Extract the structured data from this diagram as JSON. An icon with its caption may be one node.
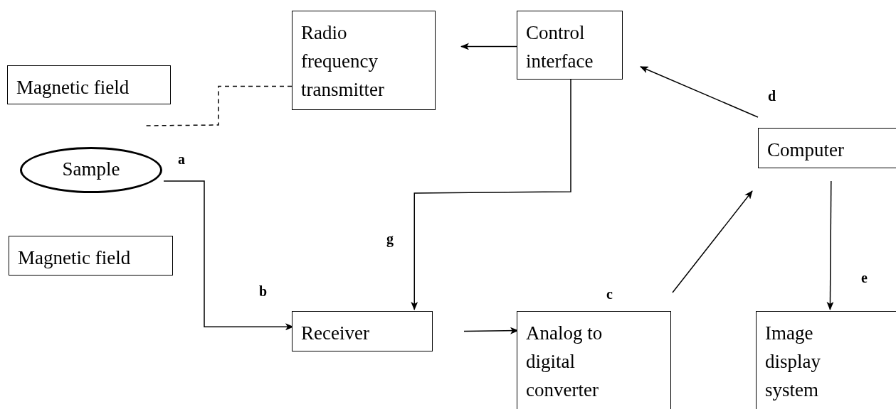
{
  "diagram": {
    "nodes": [
      {
        "text": [
          "Magnetic field"
        ]
      },
      {
        "text": [
          "Radio frequency transmitter"
        ]
      },
      {
        "text": [
          "Control interface"
        ]
      },
      {
        "text": [
          "Sample"
        ]
      },
      {
        "text": [
          "Magnetic field"
        ]
      },
      {
        "text": [
          "Computer"
        ]
      },
      {
        "text": [
          "Receiver"
        ]
      },
      {
        "text": [
          "Analog to digital converter"
        ]
      },
      {
        "text": [
          "Image display system"
        ]
      }
    ],
    "edges": [
      {
        "from": 1,
        "to": null,
        "arrow": "none",
        "style": "dashed"
      },
      {
        "from": 2,
        "to": 1,
        "arrow": "to"
      },
      {
        "from": 5,
        "to": 2,
        "arrow": "to"
      },
      {
        "from": 2,
        "to": 6,
        "arrow": "to"
      },
      {
        "from": 3,
        "to": 6,
        "arrow": "to"
      },
      {
        "from": 6,
        "to": 7,
        "arrow": "to"
      },
      {
        "from": 7,
        "to": 5,
        "arrow": "to"
      },
      {
        "from": 5,
        "to": 8,
        "arrow": "to"
      }
    ],
    "labels": [
      "a",
      "d",
      "b",
      "g",
      "c",
      "e"
    ]
  }
}
